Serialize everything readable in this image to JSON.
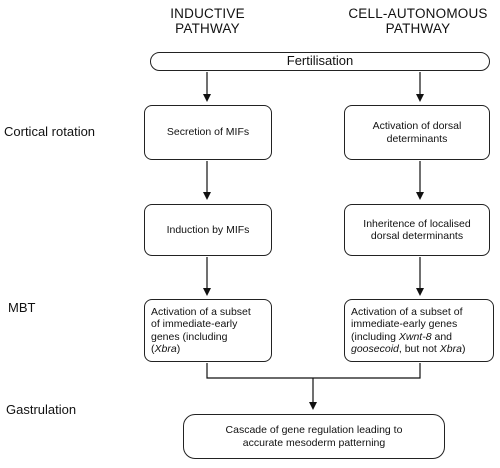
{
  "headers": {
    "inductive": [
      "INDUCTIVE",
      "PATHWAY"
    ],
    "cell_autonomous": [
      "CELL-AUTONOMOUS",
      "PATHWAY"
    ]
  },
  "top_node": "Fertilisation",
  "stages": {
    "cortical_rotation": "Cortical rotation",
    "mbt": "MBT",
    "gastrulation": "Gastrulation"
  },
  "inductive_nodes": {
    "secretion": "Secretion of MIFs",
    "induction": "Induction by MIFs",
    "activation": {
      "line1": "Activation of a subset",
      "line2": "of immediate-early",
      "line3": "genes (including",
      "line4_italic": "Xbra",
      "line4_suffix": ")"
    }
  },
  "cell_autonomous_nodes": {
    "activation_dorsal": [
      "Activation  of dorsal",
      "determinants"
    ],
    "inheritance": [
      "Inheritence of localised",
      "dorsal determinants"
    ],
    "activation": {
      "line1": "Activation of a subset of",
      "line2": "immediate-early genes",
      "line3_prefix": "(including ",
      "line3_italic": "Xwnt-8",
      "line3_suffix": " and",
      "line4_italic": "goosecoid",
      "line4_middle": ", but not ",
      "line4_italic2": "Xbra",
      "line4_suffix": ")"
    }
  },
  "final_node": [
    "Cascade of gene regulation leading to",
    "accurate  mesoderm patterning"
  ]
}
